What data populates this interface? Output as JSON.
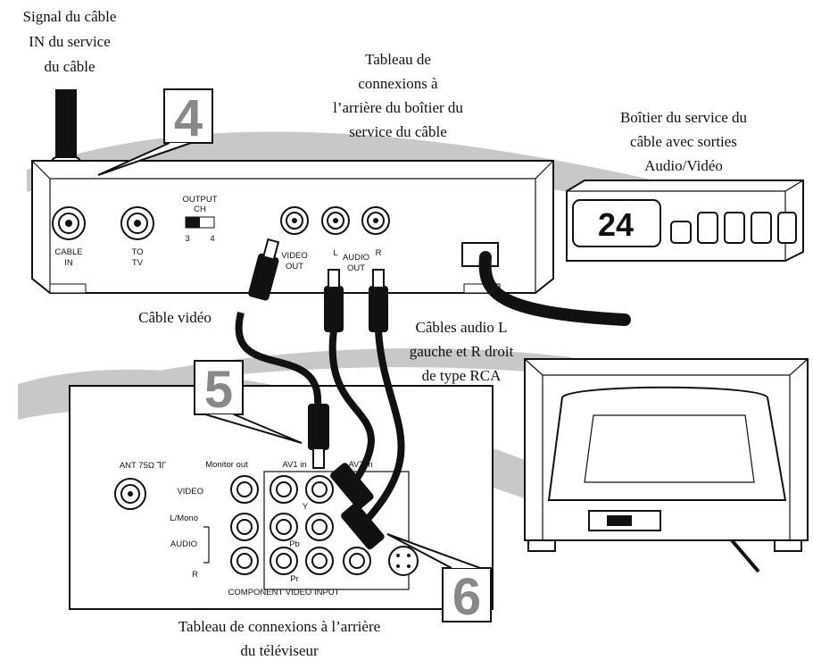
{
  "captions": {
    "cable_signal": [
      "Signal du câble",
      "IN du service",
      "du câble"
    ],
    "rear_panel_cable_box": [
      "Tableau de",
      "connexions à",
      "l’arrière du boîtier du",
      "service du câble"
    ],
    "cable_box_front": [
      "Boîtier du service du",
      "câble avec sorties",
      "Audio/Vidéo"
    ],
    "video_cable": "Câble vidéo",
    "audio_cables": [
      "Câbles audio L",
      "gauche et R droit",
      "de type RCA"
    ],
    "tv_rear_panel": [
      "Tableau de connexions à l’arrière",
      "du téléviseur"
    ]
  },
  "steps": [
    "4",
    "5",
    "6"
  ],
  "cable_box_panel": {
    "output_ch": [
      "OUTPUT",
      "CH"
    ],
    "switch_positions": [
      "3",
      "4"
    ],
    "cable_in": [
      "CABLE",
      "IN"
    ],
    "to_tv": [
      "TO",
      "TV"
    ],
    "video_out": [
      "VIDEO",
      "OUT"
    ],
    "audio_out": [
      "AUDIO",
      "OUT"
    ],
    "left": "L",
    "right": "R"
  },
  "cable_box_display": "24",
  "tv_panel": {
    "antenna": "ANT 75Ω ⅂Γ",
    "monitor_out": "Monitor out",
    "av1_in": "AV1 in",
    "av2_in": "AV2 in",
    "video": "VIDEO",
    "l_mono": "L/Mono",
    "audio": "AUDIO",
    "r": "R",
    "y": "Y",
    "pb": "Pb",
    "pr": "Pr",
    "component": "COMPONENT VIDEO INPUT"
  }
}
